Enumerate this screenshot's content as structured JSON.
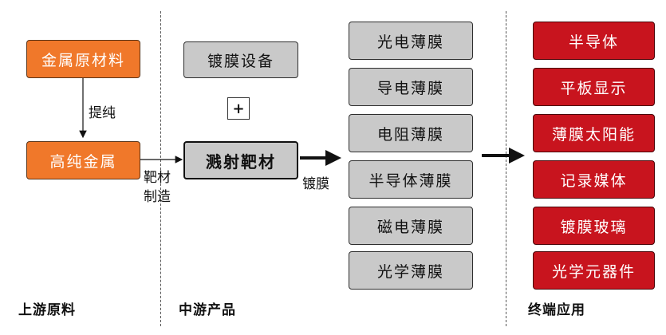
{
  "upstream": {
    "raw_material": "金属原材料",
    "purify_label": "提纯",
    "high_purity_metal": "高纯金属",
    "target_making_line1": "靶材",
    "target_making_line2": "制造"
  },
  "midstream": {
    "coating_equipment": "镀膜设备",
    "plus": "+",
    "sputtering_target": "溅射靶材",
    "coating_label": "镀膜"
  },
  "films": [
    "光电薄膜",
    "导电薄膜",
    "电阻薄膜",
    "半导体薄膜",
    "磁电薄膜",
    "光学薄膜"
  ],
  "applications": [
    "半导体",
    "平板显示",
    "薄膜太阳能",
    "记录媒体",
    "镀膜玻璃",
    "光学元器件"
  ],
  "footer": {
    "upstream": "上游原料",
    "midstream": "中游产品",
    "downstream": "终端应用"
  },
  "colors": {
    "orange": "#f0782a",
    "gray": "#c9c9c9",
    "red": "#c8141e"
  }
}
